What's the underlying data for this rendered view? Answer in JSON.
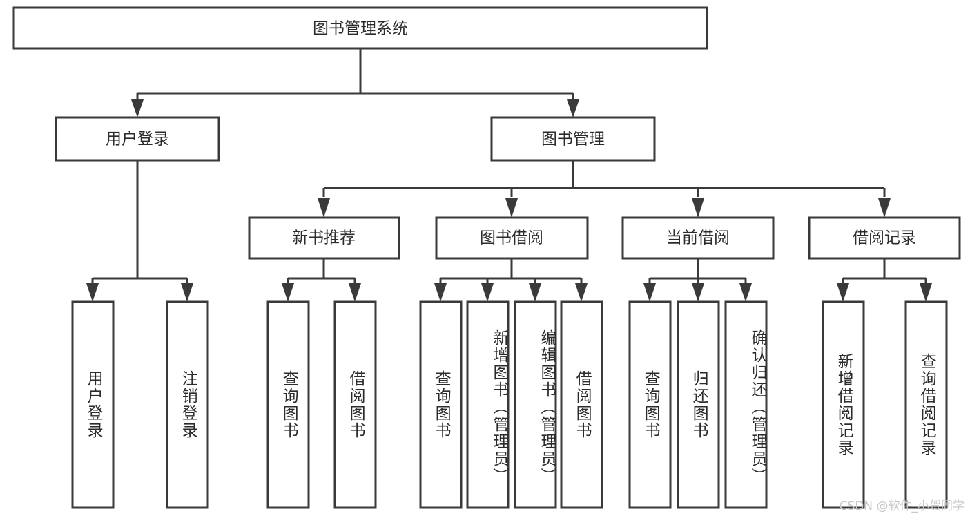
{
  "diagram": {
    "type": "tree",
    "title": "图书管理系统",
    "watermark": "CSDN @软件_小贺同学",
    "colors": {
      "stroke": "#3a3a3a",
      "fill": "#ffffff",
      "text": "#2b2b2b",
      "watermark": "#c9c9c9"
    },
    "levels": {
      "root": {
        "label": "图书管理系统"
      },
      "level2": [
        {
          "label": "用户登录"
        },
        {
          "label": "图书管理"
        }
      ],
      "level3": [
        {
          "label": "新书推荐"
        },
        {
          "label": "图书借阅"
        },
        {
          "label": "当前借阅"
        },
        {
          "label": "借阅记录"
        }
      ],
      "leaves": [
        {
          "label": "用户登录",
          "parent": "用户登录"
        },
        {
          "label": "注销登录",
          "parent": "用户登录"
        },
        {
          "label": "查询图书",
          "parent": "新书推荐"
        },
        {
          "label": "借阅图书",
          "parent": "新书推荐"
        },
        {
          "label": "查询图书",
          "parent": "图书借阅"
        },
        {
          "label": "新增图书（管理员）",
          "parent": "图书借阅"
        },
        {
          "label": "编辑图书（管理员）",
          "parent": "图书借阅"
        },
        {
          "label": "借阅图书",
          "parent": "图书借阅"
        },
        {
          "label": "查询图书",
          "parent": "当前借阅"
        },
        {
          "label": "归还图书",
          "parent": "当前借阅"
        },
        {
          "label": "确认归还（管理员）",
          "parent": "当前借阅"
        },
        {
          "label": "新增借阅记录",
          "parent": "借阅记录"
        },
        {
          "label": "查询借阅记录",
          "parent": "借阅记录"
        }
      ]
    }
  }
}
